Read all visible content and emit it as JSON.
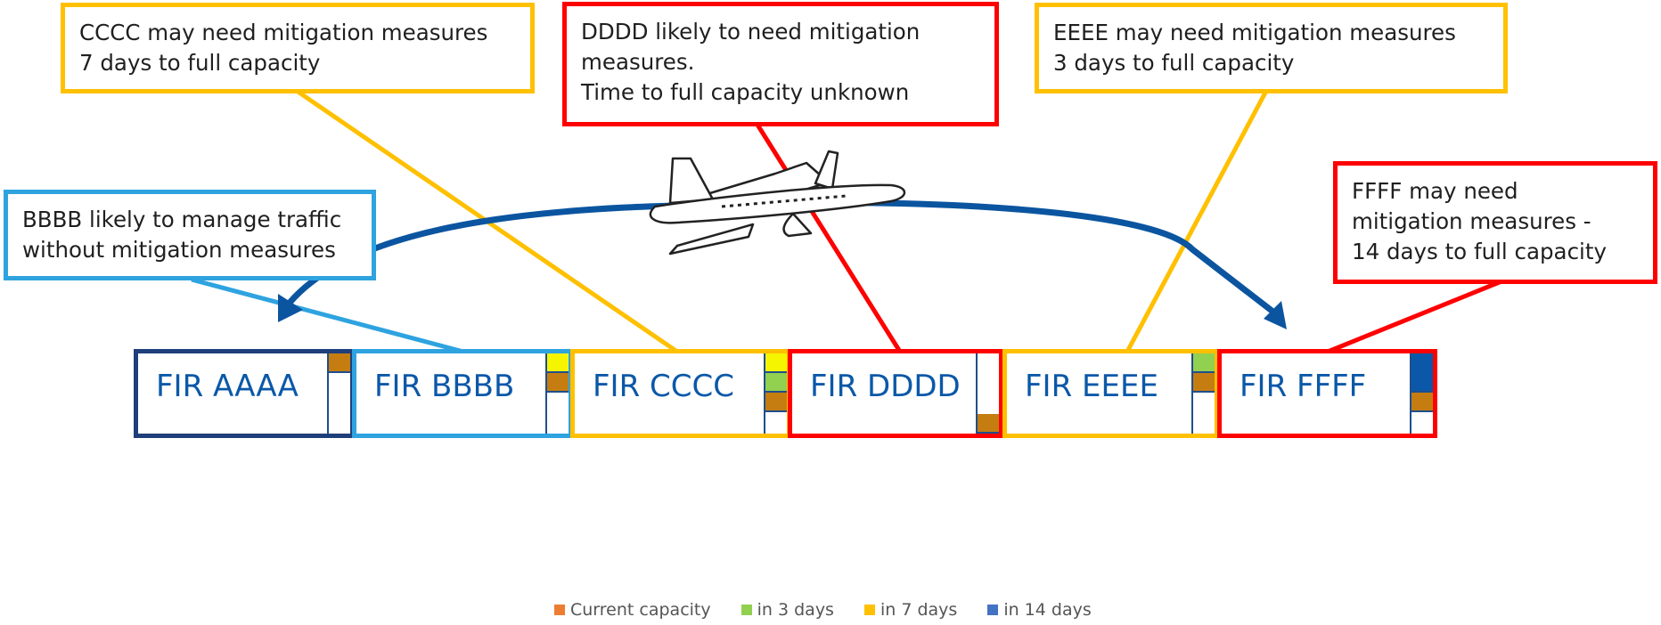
{
  "colors": {
    "current": "#ed7d31",
    "in3": "#92d050",
    "in7": "#ffc000",
    "in14": "#0b58a8",
    "navy": "#1f3f7a",
    "lightblue": "#2ea3e0",
    "red": "#ff0000",
    "yellow": "#ffd000",
    "route": "#0b55a0"
  },
  "callouts": {
    "bbbb": "BBBB likely to manage traffic\nwithout mitigation measures",
    "cccc": "CCCC may need mitigation measures\n7 days to full capacity",
    "dddd": "DDDD likely to need mitigation\nmeasures.\nTime to full capacity unknown",
    "eeee": "EEEE may need mitigation measures\n3 days to full capacity",
    "ffff": "FFFF may need\nmitigation measures -\n14 days to full capacity"
  },
  "firs": [
    {
      "label": "FIR AAAA",
      "levels": [
        "current"
      ]
    },
    {
      "label": "FIR BBBB",
      "levels": [
        "in7",
        "current"
      ]
    },
    {
      "label": "FIR CCCC",
      "levels": [
        "in7",
        "in3",
        "current"
      ]
    },
    {
      "label": "FIR DDDD",
      "levels": [
        "current"
      ]
    },
    {
      "label": "FIR EEEE",
      "levels": [
        "in3",
        "current"
      ]
    },
    {
      "label": "FIR FFFF",
      "levels": [
        "in14",
        "current"
      ]
    }
  ],
  "legend": [
    {
      "label": "Current capacity",
      "color": "#ed7d31"
    },
    {
      "label": "in 3 days",
      "color": "#92d050"
    },
    {
      "label": "in 7 days",
      "color": "#ffc000"
    },
    {
      "label": "in 14 days",
      "color": "#4472c4"
    }
  ]
}
